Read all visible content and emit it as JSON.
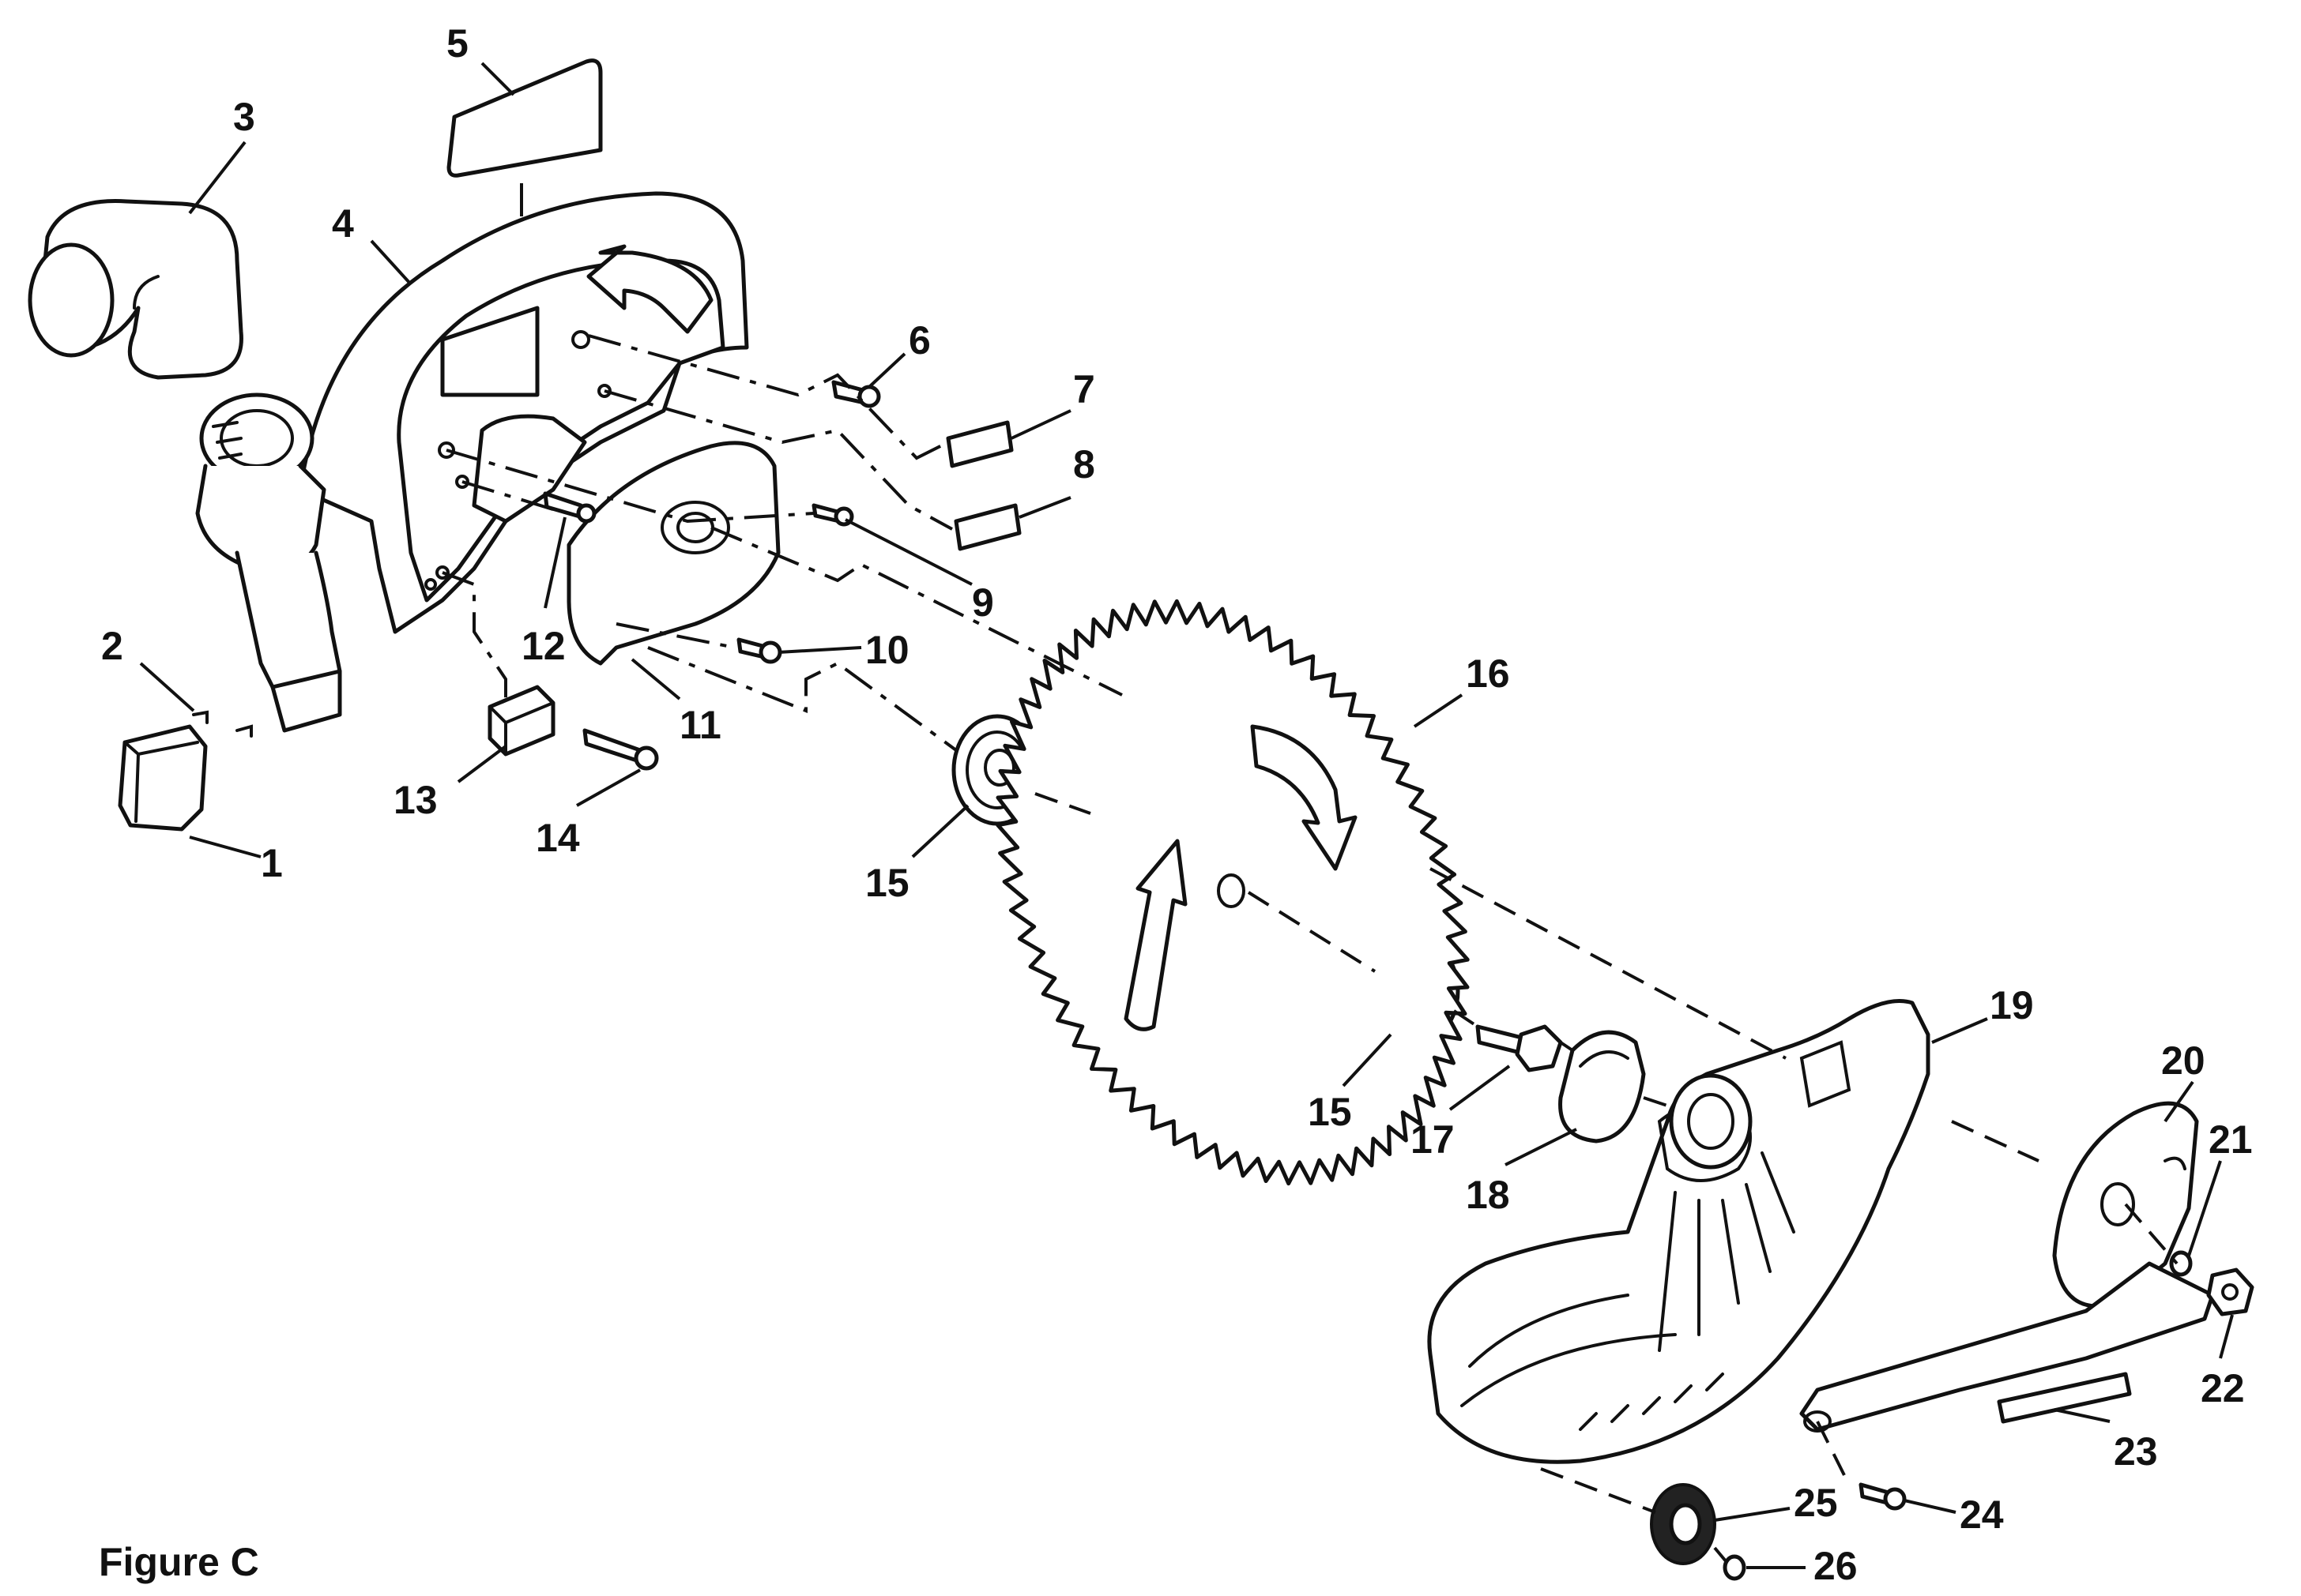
{
  "figure": {
    "caption": "Figure C"
  },
  "callouts": [
    {
      "id": "1",
      "label": "1"
    },
    {
      "id": "2",
      "label": "2"
    },
    {
      "id": "3",
      "label": "3"
    },
    {
      "id": "4",
      "label": "4"
    },
    {
      "id": "5",
      "label": "5"
    },
    {
      "id": "6",
      "label": "6"
    },
    {
      "id": "7",
      "label": "7"
    },
    {
      "id": "8",
      "label": "8"
    },
    {
      "id": "9",
      "label": "9"
    },
    {
      "id": "10",
      "label": "10"
    },
    {
      "id": "11",
      "label": "11"
    },
    {
      "id": "12",
      "label": "12"
    },
    {
      "id": "13",
      "label": "13"
    },
    {
      "id": "14",
      "label": "14"
    },
    {
      "id": "15a",
      "label": "15"
    },
    {
      "id": "15b",
      "label": "15"
    },
    {
      "id": "16",
      "label": "16"
    },
    {
      "id": "17",
      "label": "17"
    },
    {
      "id": "18",
      "label": "18"
    },
    {
      "id": "19",
      "label": "19"
    },
    {
      "id": "20",
      "label": "20"
    },
    {
      "id": "21",
      "label": "21"
    },
    {
      "id": "22",
      "label": "22"
    },
    {
      "id": "23",
      "label": "23"
    },
    {
      "id": "24",
      "label": "24"
    },
    {
      "id": "25",
      "label": "25"
    },
    {
      "id": "26",
      "label": "26"
    }
  ]
}
